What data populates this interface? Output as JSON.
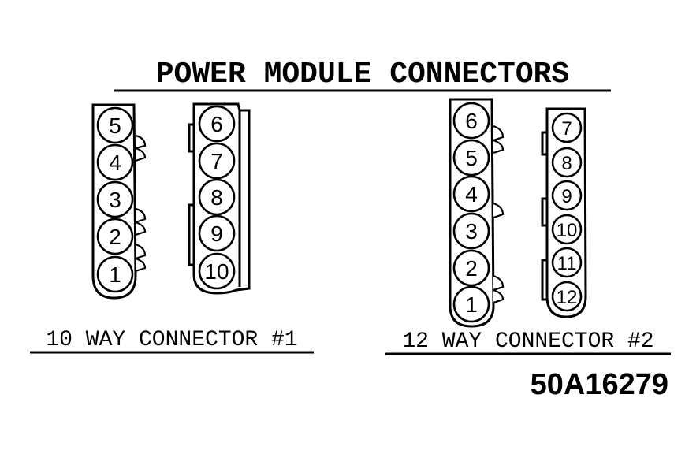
{
  "title": "POWER MODULE CONNECTORS",
  "figure_id": "50A16279",
  "connector1": {
    "label": "10 WAY CONNECTOR #1",
    "left_column": [
      "5",
      "4",
      "3",
      "2",
      "1"
    ],
    "right_column": [
      "6",
      "7",
      "8",
      "9",
      "10"
    ]
  },
  "connector2": {
    "label": "12 WAY CONNECTOR #2",
    "left_column": [
      "6",
      "5",
      "4",
      "3",
      "2",
      "1"
    ],
    "right_column": [
      "7",
      "8",
      "9",
      "10",
      "11",
      "12"
    ]
  }
}
